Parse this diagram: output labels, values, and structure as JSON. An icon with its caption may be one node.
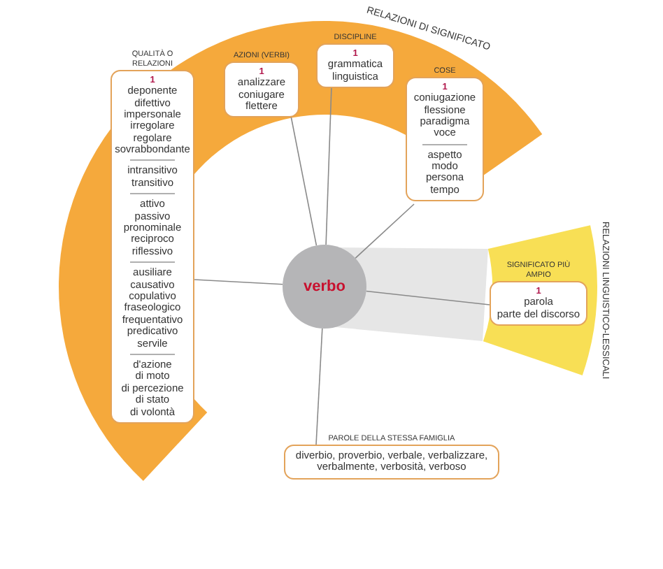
{
  "diagram": {
    "nodes": [
      {
        "text": [
          "verbo"
        ]
      },
      {
        "text": [
          "QUALITÀ O RELAZIONI",
          "1",
          "deponente",
          "difettivo",
          "impersonale",
          "irregolare",
          "regolare",
          "sovrabbondante",
          "intransitivo",
          "transitivo",
          "attivo",
          "passivo",
          "pronominale",
          "reciproco",
          "riflessivo",
          "ausiliare",
          "causativo",
          "copulativo",
          "fraseologico",
          "frequentativo",
          "predicativo",
          "servile",
          "d'azione",
          "di moto",
          "di percezione",
          "di stato",
          "di volontà"
        ]
      },
      {
        "text": [
          "AZIONI (VERBI)",
          "1",
          "analizzare",
          "coniugare",
          "flettere"
        ]
      },
      {
        "text": [
          "DISCIPLINE",
          "1",
          "grammatica",
          "linguistica"
        ]
      },
      {
        "text": [
          "COSE",
          "1",
          "coniugazione",
          "flessione",
          "paradigma",
          "voce",
          "aspetto",
          "modo",
          "persona",
          "tempo"
        ]
      },
      {
        "text": [
          "SIGNIFICATO PIÙ AMPIO",
          "1",
          "parola",
          "parte del discorso"
        ]
      },
      {
        "text": [
          "PAROLE DELLA STESSA FAMIGLIA",
          "diverbio, proverbio, verbale, verbalizzare, verbalmente, verbosità, verboso"
        ]
      }
    ],
    "edges": [
      {
        "from": 0,
        "to": 1,
        "arrow": "none"
      },
      {
        "from": 0,
        "to": 2,
        "arrow": "none"
      },
      {
        "from": 0,
        "to": 3,
        "arrow": "none"
      },
      {
        "from": 0,
        "to": 4,
        "arrow": "none"
      },
      {
        "from": 0,
        "to": 5,
        "arrow": "none"
      },
      {
        "from": 0,
        "to": 6,
        "arrow": "none"
      }
    ],
    "labels": [
      "RELAZIONI DI SIGNIFICATO",
      "RELAZIONI LINGUISTICO-LESSICALI"
    ]
  }
}
